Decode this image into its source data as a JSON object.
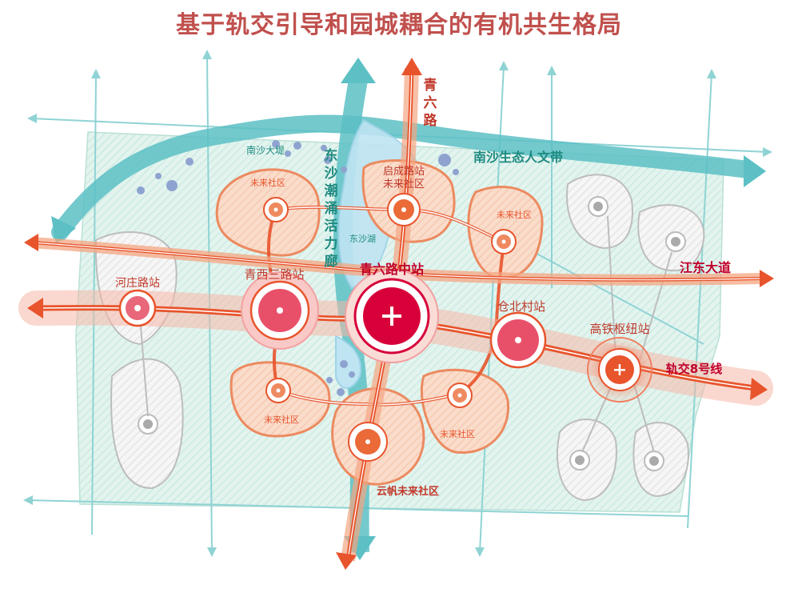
{
  "title": "基于轨交引导和园城耦合的有机共生格局",
  "roads": {
    "qingliu": "青六路",
    "jiangdong": "江东大道",
    "line8": "轨交8号线"
  },
  "green": {
    "dongsha_corridor": "东沙潮涌活力廊",
    "nansha_belt": "南沙生态人文带",
    "nansha_dike": "南沙大堤",
    "dongsha_lake": "东沙湖"
  },
  "stations": {
    "hezhuang": "河庄路站",
    "qingxi3": "青西三路站",
    "qingliu_center": "青六路中站",
    "cangbei": "仓北村站",
    "gaotie": "高铁枢纽站",
    "qicheng_line1": "启成路站",
    "qicheng_line2": "未来社区"
  },
  "communities": {
    "nw": "未来社区",
    "ne": "未来社区",
    "sw": "未来社区",
    "se": "未来社区",
    "yunfan": "云帆未来社区"
  },
  "colors": {
    "title": "#c0504d",
    "rail": "#e8542c",
    "station_core": "#d7003a",
    "green_space": "#d6efe9",
    "community_fill": "#f8d6c3",
    "blue_grid": "#8fd3d4",
    "dongsha_label": "#1d8a80"
  }
}
